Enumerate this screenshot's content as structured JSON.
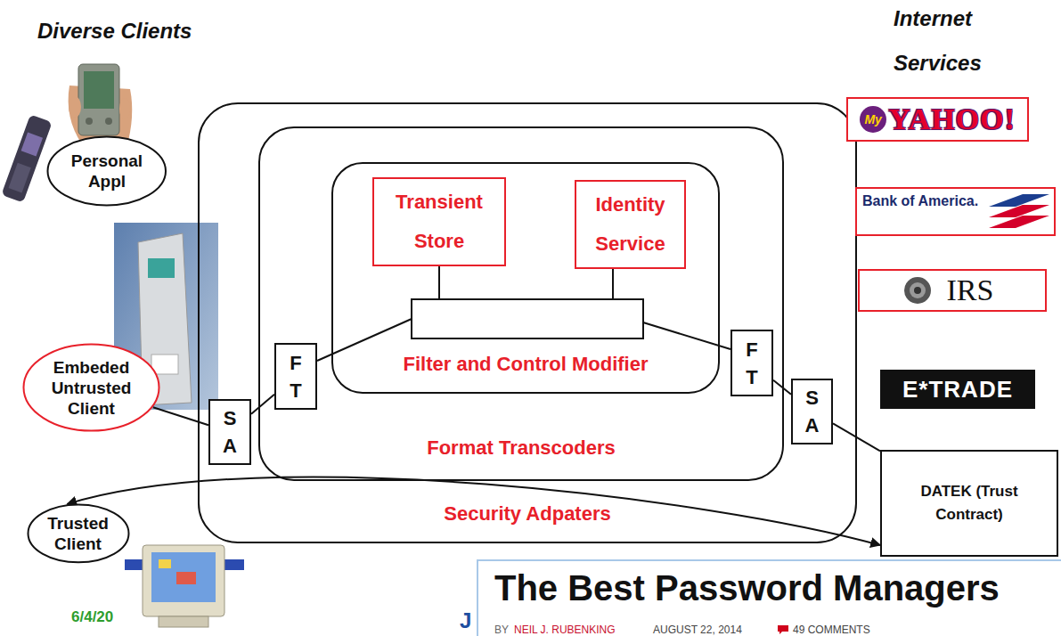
{
  "diagram": {
    "nodes": [
      {
        "text": [
          "Security Adpaters"
        ]
      },
      {
        "text": [
          "Format Transcoders"
        ],
        "in": 0
      },
      {
        "text": [
          "Filter and Control Modifier"
        ],
        "in": 1
      },
      {
        "text": [
          "Transient Store"
        ],
        "in": 2
      },
      {
        "text": [
          "Identity Service"
        ],
        "in": 2
      },
      {
        "text": [
          "F T"
        ],
        "in": 1
      },
      {
        "text": [
          "F T"
        ],
        "in": 1
      },
      {
        "text": [
          "S A"
        ],
        "in": 0
      },
      {
        "text": [
          "S A"
        ],
        "in": 0
      },
      {
        "text": [
          "Personal Appl"
        ]
      },
      {
        "text": [
          "Embeded Untrusted Client"
        ]
      },
      {
        "text": [
          "Trusted Client"
        ]
      },
      {
        "text": [
          "My",
          "YAHOO!"
        ]
      },
      {
        "text": [
          "Bank of America."
        ]
      },
      {
        "text": [
          "IRS"
        ]
      },
      {
        "text": [
          "E*TRADE"
        ]
      },
      {
        "text": [
          "DATEK (Trust Contract)"
        ]
      }
    ],
    "edges": [
      {
        "from": 10,
        "to": 7,
        "arrow": "none"
      },
      {
        "from": 7,
        "to": 5,
        "arrow": "none"
      },
      {
        "from": 6,
        "to": 8,
        "arrow": "none"
      },
      {
        "from": 8,
        "to": 16,
        "arrow": "none"
      },
      {
        "from": 11,
        "to": 16,
        "arrow": "both"
      }
    ],
    "labels": [
      "Diverse Clients",
      "Internet Services",
      "6/4/20",
      "J",
      "The Best Password Managers",
      "BY",
      "NEIL J. RUBENKING",
      "AUGUST 22, 2014",
      "49 COMMENTS"
    ]
  }
}
